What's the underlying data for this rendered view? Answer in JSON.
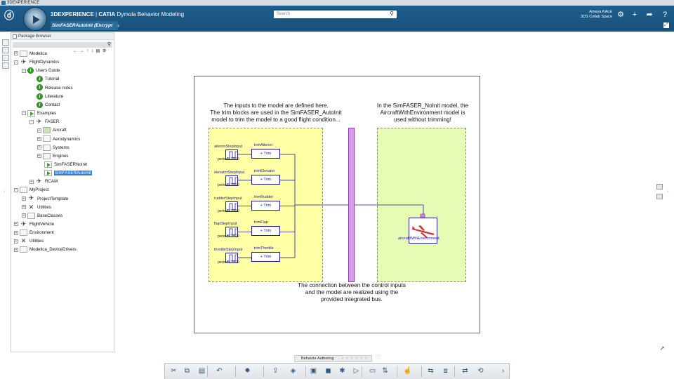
{
  "window": {
    "title": "3DEXPERIENCE"
  },
  "header": {
    "brand": "3DEXPERIENCE",
    "separator": " | ",
    "app_prefix": "CATIA",
    "app_name": "Dymola Behavior Modeling",
    "tab_label": "SimFASERAutoInit (Encrypt",
    "tab_add": "+",
    "search_placeholder": "Search",
    "user_name": "Ameya KALE",
    "user_space": "3DS Collab Space"
  },
  "package_browser": {
    "title": "Package Browser",
    "tree": [
      {
        "label": "Modelica",
        "indent": 0,
        "toggle": "+",
        "icon": "library"
      },
      {
        "label": "FlightDynamics",
        "indent": 0,
        "toggle": "-",
        "icon": "plane"
      },
      {
        "label": "Users Guide",
        "indent": 1,
        "toggle": "-",
        "icon": "info"
      },
      {
        "label": "Tutorial",
        "indent": 2,
        "toggle": "",
        "icon": "info"
      },
      {
        "label": "Release notes",
        "indent": 2,
        "toggle": "",
        "icon": "info"
      },
      {
        "label": "Literature",
        "indent": 2,
        "toggle": "",
        "icon": "info"
      },
      {
        "label": "Contact",
        "indent": 2,
        "toggle": "",
        "icon": "info"
      },
      {
        "label": "Examples",
        "indent": 1,
        "toggle": "-",
        "icon": "play"
      },
      {
        "label": "FASER",
        "indent": 2,
        "toggle": "-",
        "icon": "plane"
      },
      {
        "label": "Aircraft",
        "indent": 3,
        "toggle": "+",
        "icon": "green"
      },
      {
        "label": "Aerodynamics",
        "indent": 3,
        "toggle": "+",
        "icon": "box"
      },
      {
        "label": "Systems",
        "indent": 3,
        "toggle": "+",
        "icon": "box"
      },
      {
        "label": "Engines",
        "indent": 3,
        "toggle": "+",
        "icon": "box"
      },
      {
        "label": "SimFASERNoInit",
        "indent": 3,
        "toggle": "",
        "icon": "play"
      },
      {
        "label": "SimFASERAutoInit",
        "indent": 3,
        "toggle": "",
        "icon": "play",
        "selected": true
      },
      {
        "label": "RCAM",
        "indent": 2,
        "toggle": "+",
        "icon": "plane"
      },
      {
        "label": "MyProject",
        "indent": 0,
        "toggle": "-",
        "icon": "box"
      },
      {
        "label": "ProjectTemplate",
        "indent": 1,
        "toggle": "+",
        "icon": "plane"
      },
      {
        "label": "Utilities",
        "indent": 1,
        "toggle": "+",
        "icon": "cross"
      },
      {
        "label": "BaseClasses",
        "indent": 1,
        "toggle": "+",
        "icon": "box"
      },
      {
        "label": "FlightVehicle",
        "indent": 0,
        "toggle": "+",
        "icon": "plane"
      },
      {
        "label": "Environment",
        "indent": 0,
        "toggle": "+",
        "icon": "box"
      },
      {
        "label": "Utilities",
        "indent": 0,
        "toggle": "+",
        "icon": "cross"
      },
      {
        "label": "Modelica_DeviceDrivers",
        "indent": 0,
        "toggle": "+",
        "icon": "box"
      }
    ]
  },
  "diagram": {
    "note_left": "The inputs to the model are defined here.\nThe trim blocks are used in the SimFASER_AutoInit\nmodel to trim the model to a good flight condition...",
    "note_right": "In the SimFASER_NoInit model, the\nAircraftWithEnvironment model is\nused without trimming!",
    "note_bottom": "The connection between the control inputs\nand the model are realized using the\nprovided integrated bus.",
    "trim_text": "+ Trim",
    "inputs": [
      {
        "step_name": "aileronStepInput",
        "param": "period=1000",
        "trim_name": "trimAileron"
      },
      {
        "step_name": "elevatorStepInput",
        "param": "period=1000",
        "trim_name": "trimElevator"
      },
      {
        "step_name": "rudderStepInput",
        "param": "period=1000",
        "trim_name": "trimRudder"
      },
      {
        "step_name": "flapStepInput",
        "param": "period=1000",
        "trim_name": "trimFlap"
      },
      {
        "step_name": "throttleStepInput",
        "param": "period=1000",
        "trim_name": "trimThrottle"
      }
    ],
    "aircraft_label": "aircraftWithEnvironment"
  },
  "bottom": {
    "tab_label": "Behavior Authoring",
    "tab_dots": "• ○ ○ ○ ○ ○"
  },
  "toolbar_icons": [
    "cut-icon",
    "copy-icon",
    "paste-icon",
    "undo-icon",
    "settings-icon",
    "export-icon",
    "view-icon",
    "simulate-icon",
    "check-icon",
    "translate-icon",
    "play-icon",
    "box-icon",
    "split-icon",
    "pointer-icon",
    "route-icon",
    "layer-icon",
    "arrange-icon",
    "layout-icon",
    "more-icon"
  ],
  "colors": {
    "header": "#1a4f78",
    "selection": "#2f7fd6",
    "bus": "#d79ce9",
    "input_area": "#ffffa6",
    "model_area": "#e6fbb4"
  }
}
